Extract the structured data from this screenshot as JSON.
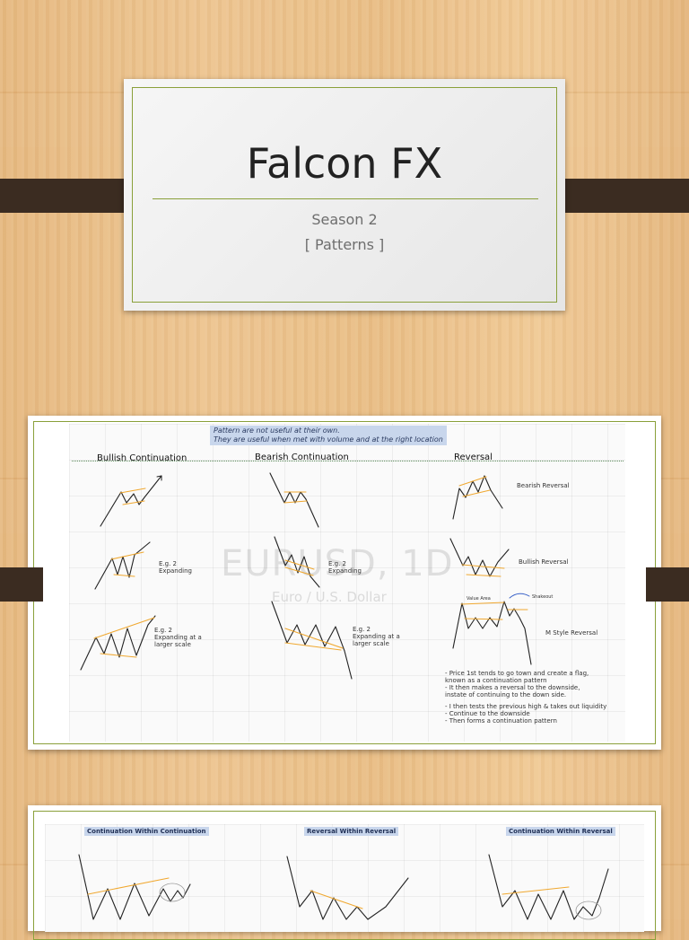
{
  "title_slide": {
    "title": "Falcon FX",
    "season": "Season 2",
    "topic": "[ Patterns ]"
  },
  "patterns_slide": {
    "note_line1": "Pattern are not useful at their own.",
    "note_line2": "They are useful when met with volume and at the right location",
    "headers": {
      "bullish": "Bullish Continuation",
      "bearish": "Bearish Continuation",
      "reversal": "Reversal"
    },
    "watermark_symbol": "EURUSD, 1D",
    "watermark_pair": "Euro / U.S. Dollar",
    "labels": {
      "eg_expanding_line1": "E.g. 2",
      "eg_expanding_line2": "Expanding",
      "eg_larger_line1": "E.g. 2",
      "eg_larger_line2": "Expanding at a",
      "eg_larger_line3": "larger scale",
      "bearish_reversal": "Bearish Reversal",
      "bullish_reversal": "Bullish Reversal",
      "m_style": "M Style Reversal",
      "value_area": "Value Area",
      "shakeout": "Shakeout"
    },
    "bullets": [
      "- Price 1st tends to go town and create a flag,",
      "  known as a continuation pattern",
      "- It then makes a reversal to the downside,",
      "  instate of continuing to the down side.",
      "",
      "- I then tests the previous high & takes out liquidity",
      "- Continue to the downside",
      "- Then forms a continuation pattern"
    ]
  },
  "third_slide": {
    "tags": [
      "Continuation Within Continuation",
      "Reversal Within Reversal",
      "Continuation Within Reversal"
    ]
  },
  "colors": {
    "clip": "#3b2c21",
    "accent_line": "#8aa03a",
    "trend": "#f0a830",
    "tag_bg": "#c8d6ec"
  }
}
